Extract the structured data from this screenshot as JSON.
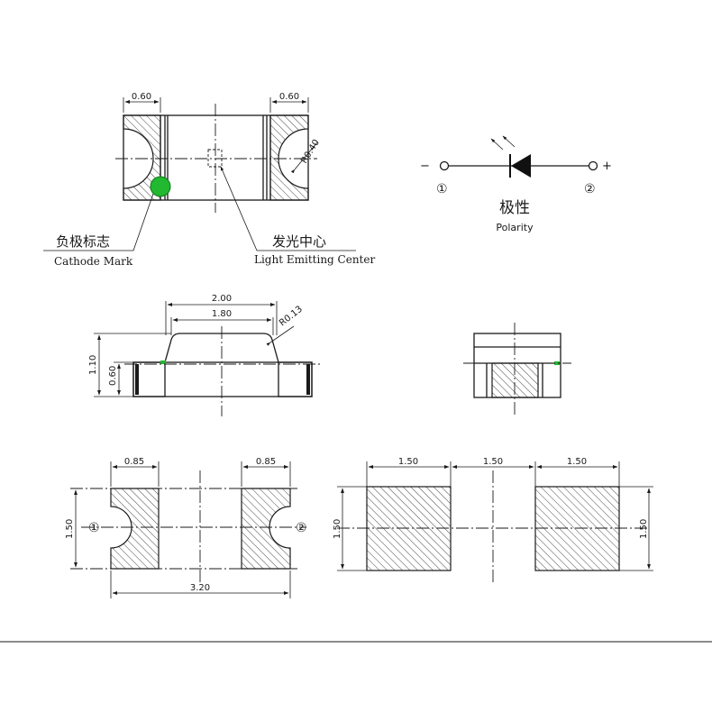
{
  "colors": {
    "line": "#1a1a1a",
    "cathode_mark": "#22b830",
    "cathode_mark_stroke": "#0f7a18"
  },
  "top_view": {
    "dim_left": "0.60",
    "dim_right": "0.60",
    "radius": "R0.40"
  },
  "callouts": {
    "cathode_zh": "负极标志",
    "cathode_en": "Cathode Mark",
    "center_zh": "发光中心",
    "center_en": "Light Emitting Center"
  },
  "polarity": {
    "minus": "−",
    "plus": "+",
    "pin1": "①",
    "pin2": "②",
    "label_zh": "极性",
    "label_en": "Polarity"
  },
  "side_view": {
    "width_outer": "2.00",
    "width_inner": "1.80",
    "radius": "R0.13",
    "height_total": "1.10",
    "height_body": "0.60"
  },
  "bottom_view": {
    "pad_left": "0.85",
    "pad_right": "0.85",
    "height": "1.50",
    "length": "3.20",
    "pin1": "①",
    "pin2": "②"
  },
  "land_pattern": {
    "pad_left": "1.50",
    "gap": "1.50",
    "pad_right": "1.50",
    "height_left": "1.50",
    "height_right": "1.50"
  }
}
